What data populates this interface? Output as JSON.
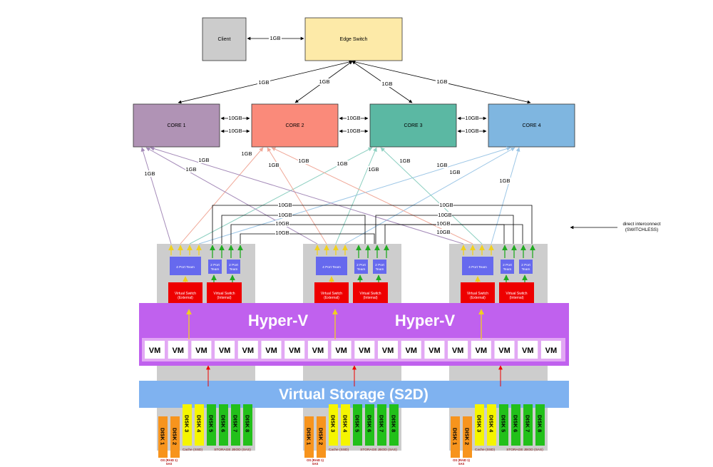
{
  "top": {
    "client": "Client",
    "edge_switch": "Edge Switch",
    "client_edge_link": "1GB"
  },
  "edge_links": [
    "1GB",
    "1GB",
    "1GB",
    "1GB"
  ],
  "cores": [
    {
      "label": "CORE 1",
      "color": "#b093b5"
    },
    {
      "label": "CORE 2",
      "color": "#fa8a7a"
    },
    {
      "label": "CORE 3",
      "color": "#5bb8a3"
    },
    {
      "label": "CORE 4",
      "color": "#7fb6e0"
    }
  ],
  "core_links": [
    "10GB",
    "10GB",
    "10GB",
    "10GB",
    "10GB",
    "10GB"
  ],
  "uplink_label": "1GB",
  "interconnect_label": "10GB",
  "interconnect_note": [
    "direct interconnect",
    "(SWITCHLESS)"
  ],
  "servers": [
    {
      "four_port_team": "4 Port Team",
      "two_port_team": "2 Port Team",
      "vswitch_external": [
        "Virtual Switch",
        "(External)"
      ],
      "vswitch_internal": [
        "Virtual Switch",
        "(Internal)"
      ],
      "os_disks": [
        "DISK 1",
        "DISK 2"
      ],
      "cache_disks": [
        "DISK 3",
        "DISK 4"
      ],
      "storage_disks": [
        "DISK 5",
        "DISK 6",
        "DISK 7",
        "DISK 8"
      ],
      "os_label": [
        "OS (RAID 1)",
        "SAS"
      ],
      "cache_label": "Cache (SSD)",
      "storage_label": "STORAGE JBOD (SAS)"
    },
    {
      "four_port_team": "4 Port Team",
      "two_port_team": "2 Port Team",
      "vswitch_external": [
        "Virtual Switch",
        "(External)"
      ],
      "vswitch_internal": [
        "Virtual Switch",
        "(Internal)"
      ],
      "os_disks": [
        "DISK 1",
        "DISK 2"
      ],
      "cache_disks": [
        "DISK 3",
        "DISK 4"
      ],
      "storage_disks": [
        "DISK 5",
        "DISK 6",
        "DISK 7",
        "DISK 8"
      ],
      "os_label": [
        "OS (RAID 1)",
        "SAS"
      ],
      "cache_label": "Cache (SSD)",
      "storage_label": "STORAGE JBOD (SAS)"
    },
    {
      "four_port_team": "4 Port Team",
      "two_port_team": "2 Port Team",
      "vswitch_external": [
        "Virtual Switch",
        "(External)"
      ],
      "vswitch_internal": [
        "Virtual Switch",
        "(Internal)"
      ],
      "os_disks": [
        "DISK 1",
        "DISK 2"
      ],
      "cache_disks": [
        "DISK 3",
        "DISK 4"
      ],
      "storage_disks": [
        "DISK 5",
        "DISK 6",
        "DISK 7",
        "DISK 8"
      ],
      "os_label": [
        "OS (RAID 1)",
        "SAS"
      ],
      "cache_label": "Cache (SSD)",
      "storage_label": "STORAGE JBOD (SAS)"
    }
  ],
  "hyperv": [
    "Hyper-V",
    "Hyper-V"
  ],
  "vms": [
    "VM",
    "VM",
    "VM",
    "VM",
    "VM",
    "VM",
    "VM",
    "VM",
    "VM",
    "VM",
    "VM",
    "VM",
    "VM",
    "VM",
    "VM",
    "VM",
    "VM",
    "VM"
  ],
  "storage_layer": "Virtual Storage (S2D)",
  "colors": {
    "hyperv": "#c061ee",
    "s2d": "#7fb2f0",
    "server_gray": "#cdcdcd",
    "vswitch": "#ee0000",
    "team": "#6669ee",
    "os_disk": "#f7941d",
    "cache_disk": "#f5f500",
    "storage_disk": "#22c01a",
    "arrow_yellow": "#f0d020",
    "arrow_green": "#22aa22"
  }
}
